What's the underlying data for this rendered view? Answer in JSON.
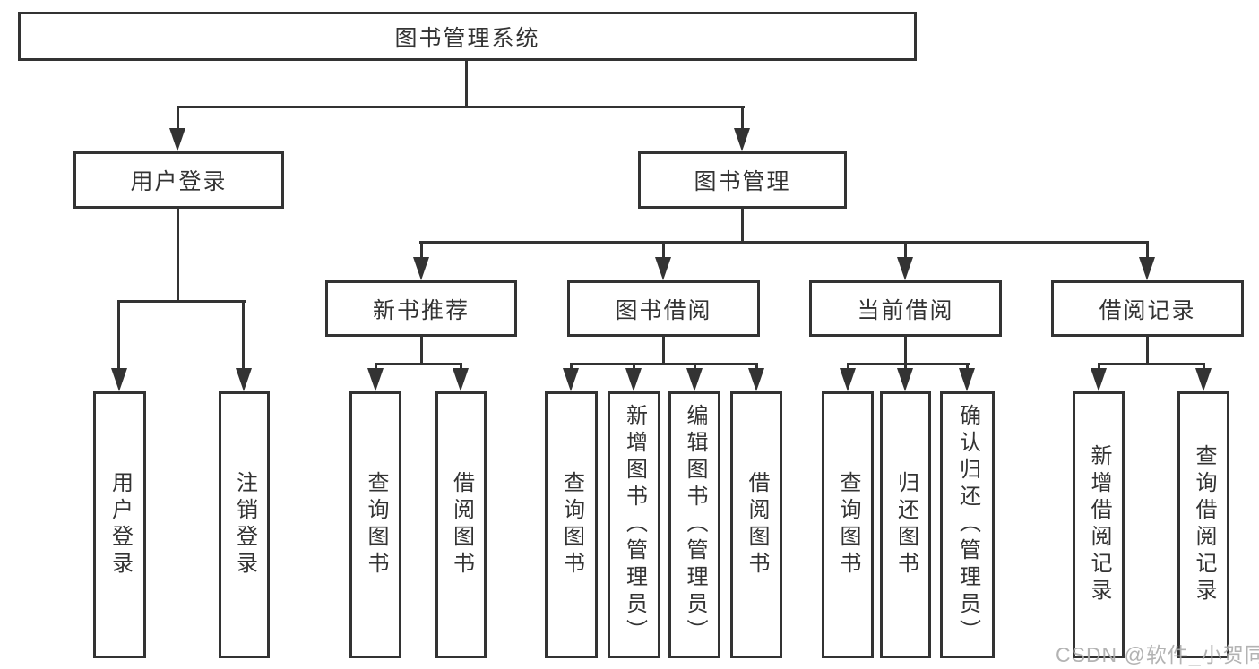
{
  "diagram": {
    "root": "图书管理系统",
    "branches": [
      {
        "label": "用户登录",
        "children": [
          "用户登录",
          "注销登录"
        ]
      },
      {
        "label": "图书管理",
        "groups": [
          {
            "label": "新书推荐",
            "children": [
              "查询图书",
              "借阅图书"
            ]
          },
          {
            "label": "图书借阅",
            "children": [
              "查询图书",
              "新增图书（管理员）",
              "编辑图书（管理员）",
              "借阅图书"
            ]
          },
          {
            "label": "当前借阅",
            "children": [
              "查询图书",
              "归还图书",
              "确认归还（管理员）"
            ]
          },
          {
            "label": "借阅记录",
            "children": [
              "新增借阅记录",
              "查询借阅记录"
            ]
          }
        ]
      }
    ]
  },
  "colors": {
    "line": "#333333",
    "text": "#333333",
    "background": "#ffffff",
    "watermark": "#ababab"
  },
  "watermark": {
    "text": "CSDN @软件_小贺同学"
  }
}
